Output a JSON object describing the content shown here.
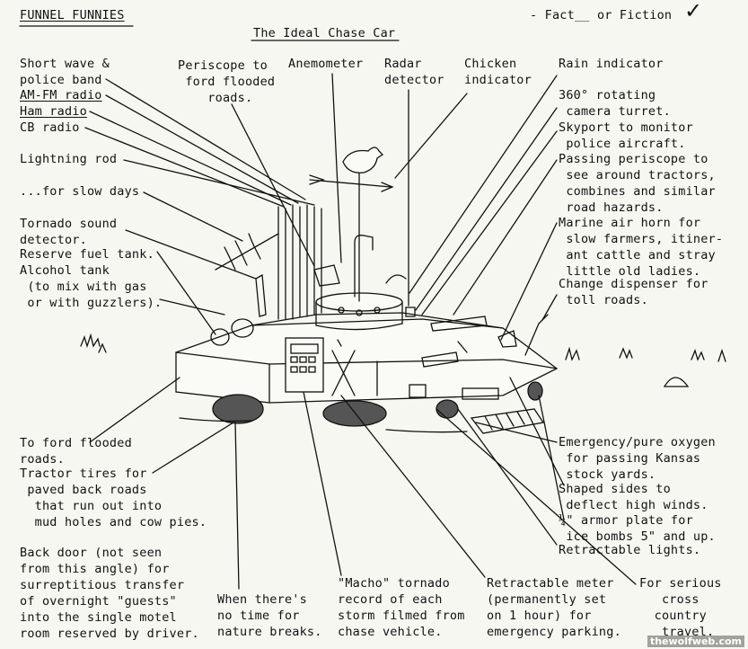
{
  "header": {
    "series": "FUNNEL FUNNIES",
    "fact_label": "- Fact__ or Fiction",
    "check_mark": "✓",
    "title": "The Ideal Chase Car"
  },
  "labels": {
    "shortwave": "Short wave &\npolice band",
    "amfm": "AM-FM radio",
    "ham": "Ham radio",
    "cb": "CB radio",
    "lightning": "Lightning rod",
    "slowdays": "...for slow days",
    "tornado_sound": "Tornado sound\ndetector.",
    "reserve_fuel": "Reserve fuel tank.",
    "alcohol": "Alcohol tank\n (to mix with gas\n or with guzzlers).",
    "periscope_ford": "Periscope to\n ford flooded\n    roads.",
    "anemometer": "Anemometer",
    "radar": "Radar\ndetector",
    "chicken": "Chicken\nindicator",
    "rain": "Rain indicator",
    "camera_turret": "360° rotating\n camera turret.",
    "skyport": "Skyport to monitor\n police aircraft.",
    "passing_periscope": "Passing periscope to\n see around tractors,\n combines and similar\n road hazards.",
    "air_horn": "Marine air horn for\n slow farmers, itiner-\n ant cattle and stray\n little old ladies.",
    "change_dispenser": "Change dispenser for\n toll roads.",
    "ford_roads": "To ford flooded\nroads.",
    "tractor_tires": "Tractor tires for\n paved back roads\n  that run out into\n  mud holes and cow pies.",
    "back_door": "Back door (not seen\nfrom this angle) for\nsurreptitious transfer\nof overnight \"guests\"\ninto the single motel\nroom reserved by driver.",
    "no_time": "When there's\nno time for\nnature breaks.",
    "macho": "\"Macho\" tornado\nrecord of each\nstorm filmed from\nchase vehicle.",
    "meter": "Retractable meter\n(permanently set\non 1 hour) for\nemergency parking.",
    "oxygen": "Emergency/pure oxygen\n for passing Kansas\n stock yards.",
    "shaped_sides": "Shaped sides to\n deflect high winds.",
    "armor": "¼\" armor plate for\n ice bombs 5\" and up.",
    "lights": "Retractable lights.",
    "serious": "For serious\n   cross\n  country\n   travel."
  },
  "watermark": "thewolfweb.com"
}
